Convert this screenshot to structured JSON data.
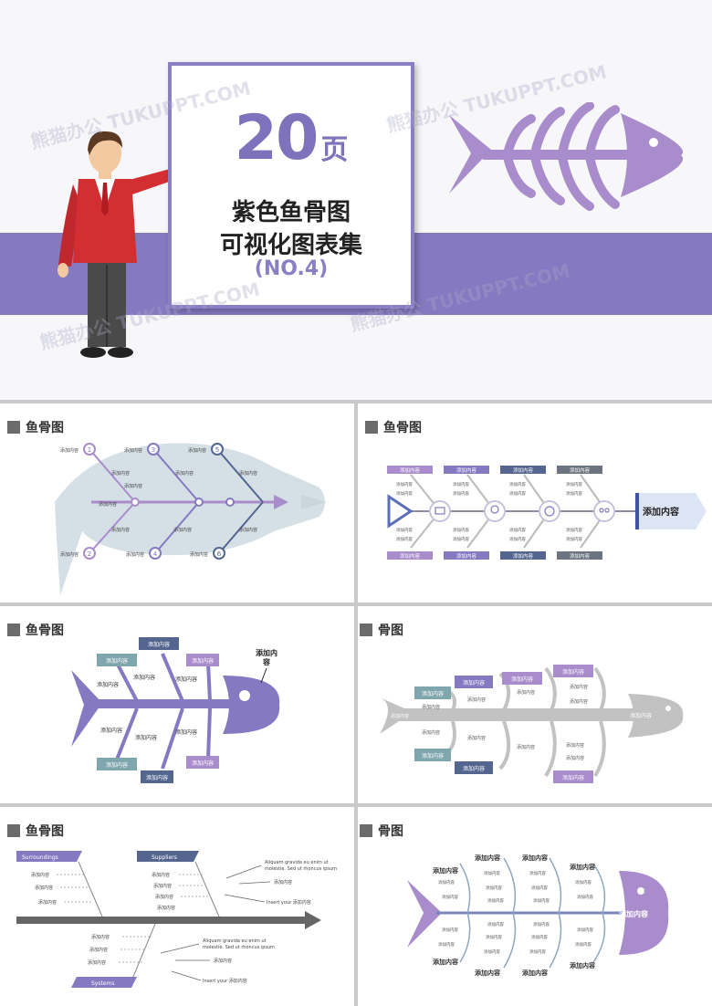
{
  "hero": {
    "number": "20",
    "unit": "页",
    "line1": "紫色鱼骨图",
    "line2": "可视化图表集",
    "line3": "(NO.4)",
    "watermark": "熊猫办公 TUKUPPT.COM"
  },
  "colors": {
    "purple": "#8579c2",
    "light_purple": "#a98ccb",
    "slate": "#546690",
    "teal": "#7fa5ad",
    "grey": "#c2c2c2"
  },
  "card_title": "鱼骨图",
  "card_title_cropped": "骨图",
  "placeholder": "添加内容",
  "placeholder_wrapped": [
    "添加内",
    "容"
  ],
  "numbers": [
    "1",
    "2",
    "3",
    "4",
    "5",
    "6"
  ],
  "card5": {
    "surroundings": "Surroundings",
    "suppliers": "Suppliers",
    "systems": "Systems",
    "latin1": "Aliquam gravida eu enim ut",
    "latin2": "molestie. Sed ut rhoncus ipsum",
    "insert": "Insert your 添加内容"
  }
}
